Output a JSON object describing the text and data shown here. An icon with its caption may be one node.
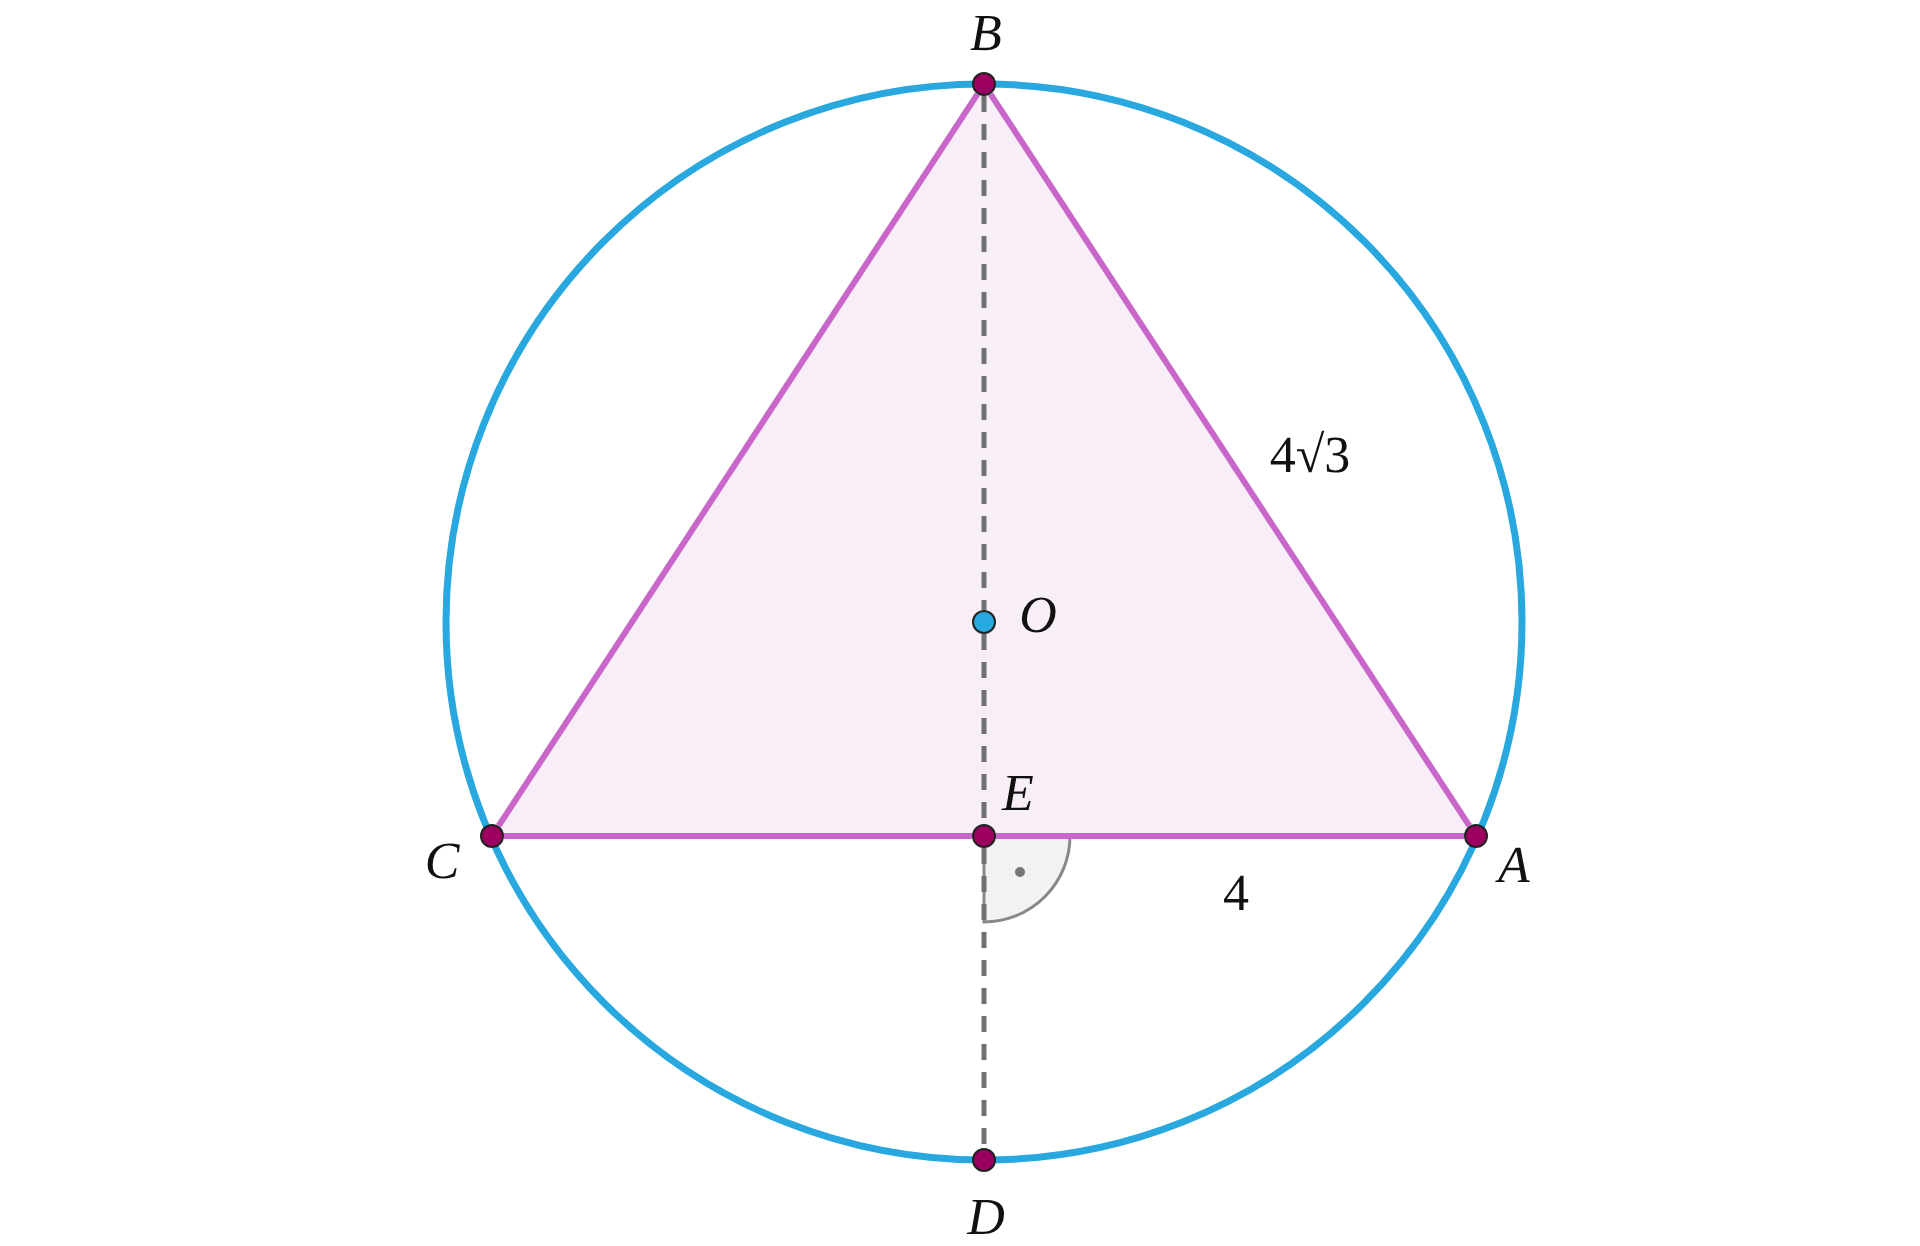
{
  "diagram": {
    "nodes": [
      {
        "text": [
          "B"
        ]
      },
      {
        "text": [
          "O"
        ]
      },
      {
        "text": [
          "C"
        ]
      },
      {
        "text": [
          "E"
        ]
      },
      {
        "text": [
          "A"
        ]
      },
      {
        "text": [
          "D"
        ]
      }
    ],
    "edges": [
      {
        "from": 2,
        "to": 0,
        "arrow": "none"
      },
      {
        "from": 0,
        "to": 4,
        "arrow": "none",
        "label": "4√3"
      },
      {
        "from": 2,
        "to": 3,
        "arrow": "none"
      },
      {
        "from": 3,
        "to": 4,
        "arrow": "none",
        "label": "4"
      },
      {
        "from": 0,
        "to": 1,
        "arrow": "none",
        "style": "dashed",
        "color": "#707070"
      },
      {
        "from": 1,
        "to": 3,
        "arrow": "none",
        "style": "dashed",
        "color": "#707070"
      },
      {
        "from": 3,
        "to": 5,
        "arrow": "none",
        "style": "dashed",
        "color": "#707070"
      }
    ]
  }
}
